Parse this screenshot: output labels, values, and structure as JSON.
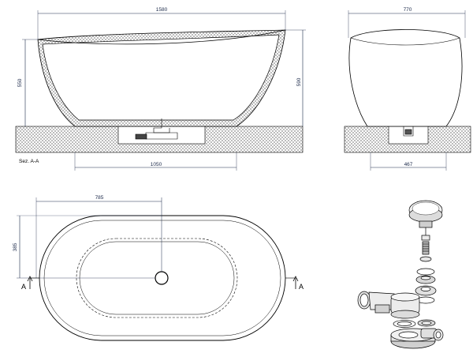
{
  "dimensions": {
    "length": "1580",
    "height_inner": "550",
    "height_outer": "590",
    "base_length": "1050",
    "width": "770",
    "base_width": "467",
    "drain_offset": "785",
    "half_width": "385"
  },
  "labels": {
    "section": "Sez. A-A",
    "section_mark_left": "A",
    "section_mark_right": "A"
  },
  "colors": {
    "line": "#000000",
    "dimension_line": "#1c2a4a",
    "hatch": "#8a8a8a"
  }
}
